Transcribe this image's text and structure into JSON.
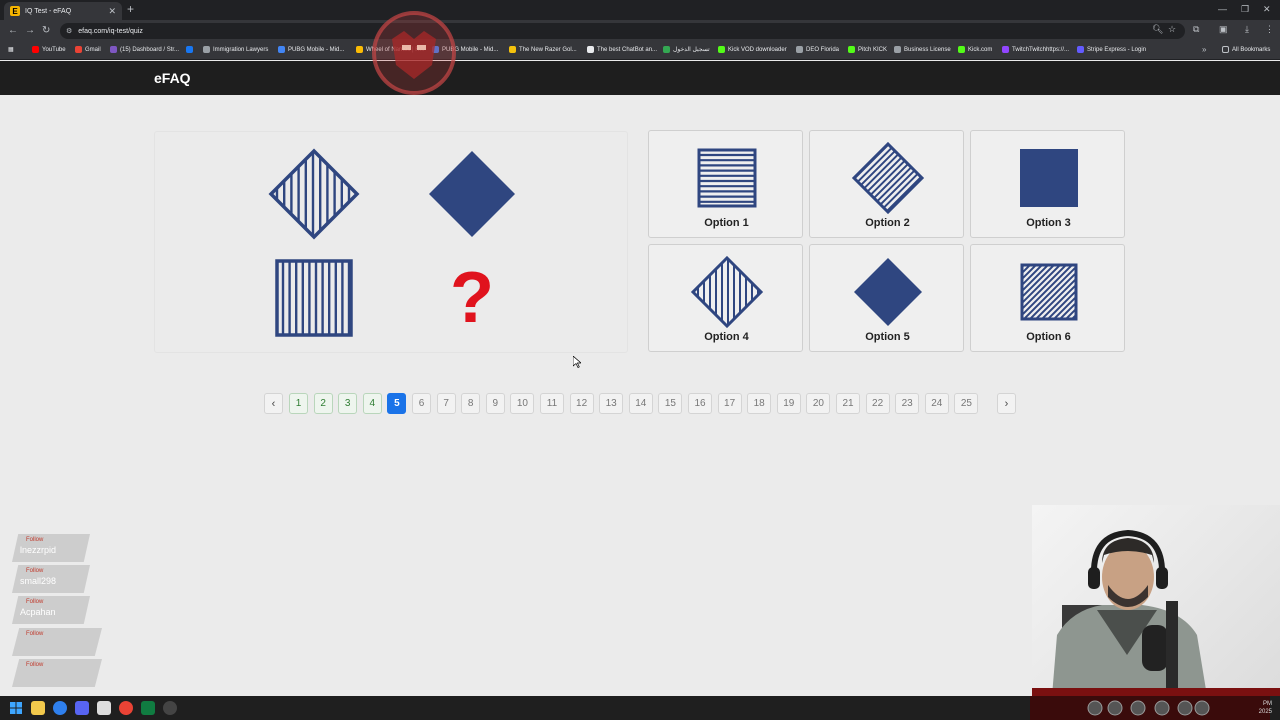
{
  "browser": {
    "tab_title": "IQ Test - eFAQ",
    "tab_favicon": "E",
    "url": "efaq.com/iq-test/quiz",
    "all_bookmarks": "All Bookmarks",
    "bookmarks": [
      {
        "label": "YouTube",
        "color": "#ff0000"
      },
      {
        "label": "Gmail",
        "color": "#ea4335"
      },
      {
        "label": "(15) Dashboard / Str...",
        "color": "#7e57c2"
      },
      {
        "label": "",
        "color": "#1877f2"
      },
      {
        "label": "Immigration Lawyers",
        "color": "#9aa0a6"
      },
      {
        "label": "PUBG Mobile - Mid...",
        "color": "#4285f4"
      },
      {
        "label": "Wheel of Names | R...",
        "color": "#fbbc05"
      },
      {
        "label": "PUBG Mobile - Mid...",
        "color": "#4285f4"
      },
      {
        "label": "The New Razer Gol...",
        "color": "#f4c20d"
      },
      {
        "label": "The best ChatBot an...",
        "color": "#e8eaed"
      },
      {
        "label": "تسجيل الدخول",
        "color": "#34a853"
      },
      {
        "label": "Kick VOD downloader",
        "color": "#53fc18"
      },
      {
        "label": "DEO Florida",
        "color": "#9aa0a6"
      },
      {
        "label": "Pitch KICK",
        "color": "#53fc18"
      },
      {
        "label": "Business License",
        "color": "#9aa0a6"
      },
      {
        "label": "Kick.com",
        "color": "#53fc18"
      },
      {
        "label": "TwitchTwitchhttps://...",
        "color": "#9146ff"
      },
      {
        "label": "Stripe Express - Login",
        "color": "#635bff"
      }
    ]
  },
  "site": {
    "logo": "eFAQ"
  },
  "quiz": {
    "question_mark": "?",
    "figure_color": "#2f4680",
    "missing_color": "#e0131d",
    "options": [
      {
        "label": "Option 1",
        "icon": "square-horizontal-stripes-icon"
      },
      {
        "label": "Option 2",
        "icon": "diamond-diagonal-stripes-icon"
      },
      {
        "label": "Option 3",
        "icon": "solid-square-icon"
      },
      {
        "label": "Option 4",
        "icon": "diamond-vertical-stripes-icon"
      },
      {
        "label": "Option 5",
        "icon": "solid-diamond-icon"
      },
      {
        "label": "Option 6",
        "icon": "square-diagonal-stripes-icon"
      }
    ]
  },
  "pagination": {
    "prev": "‹",
    "next": "›",
    "current": 5,
    "answered": [
      1,
      2,
      3,
      4
    ],
    "pages": [
      "1",
      "2",
      "3",
      "4",
      "5",
      "6",
      "7",
      "8",
      "9",
      "10",
      "11",
      "12",
      "13",
      "14",
      "15",
      "16",
      "17",
      "18",
      "19",
      "20",
      "21",
      "22",
      "23",
      "24",
      "25"
    ]
  },
  "overlay": {
    "follows": [
      {
        "tag": "Follow",
        "name": "lnezzrpid"
      },
      {
        "tag": "Follow",
        "name": "small298"
      },
      {
        "tag": "Follow",
        "name": "Acpahan"
      },
      {
        "tag": "Follow",
        "name": ""
      },
      {
        "tag": "Follow",
        "name": ""
      }
    ]
  },
  "taskbar": {
    "clock_time": "PM",
    "clock_date": "2025"
  }
}
